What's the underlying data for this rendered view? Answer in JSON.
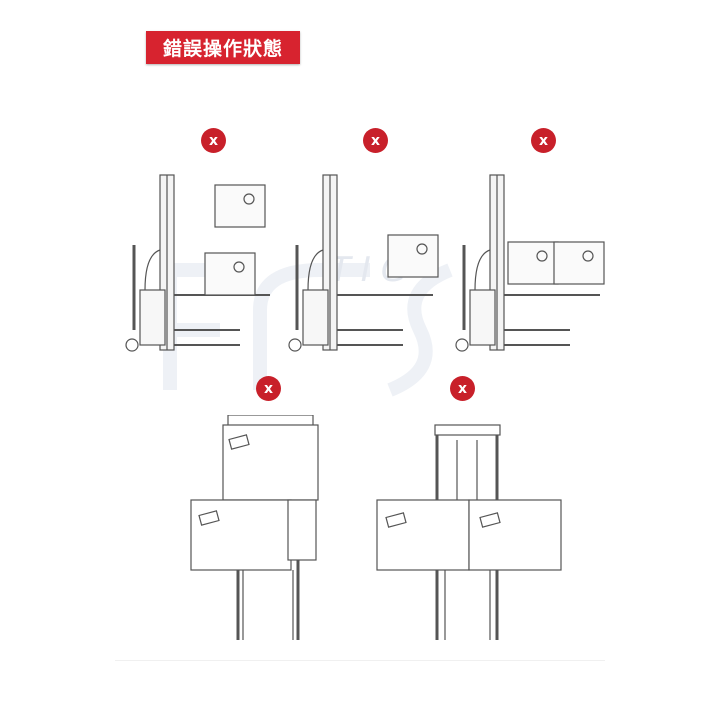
{
  "title": "錯誤操作狀態",
  "mark": "x",
  "watermark": "TIG",
  "scenes": [
    {
      "view": "side",
      "issue": "stacked-loads-high"
    },
    {
      "view": "side",
      "issue": "load-at-fork-tips"
    },
    {
      "view": "side",
      "issue": "two-loads-side-by-side"
    },
    {
      "view": "front",
      "issue": "offset-stacked-loads"
    },
    {
      "view": "front",
      "issue": "wide-loads-side-by-side"
    }
  ],
  "colors": {
    "accent": "#d7232f",
    "badge": "#c8202a"
  }
}
